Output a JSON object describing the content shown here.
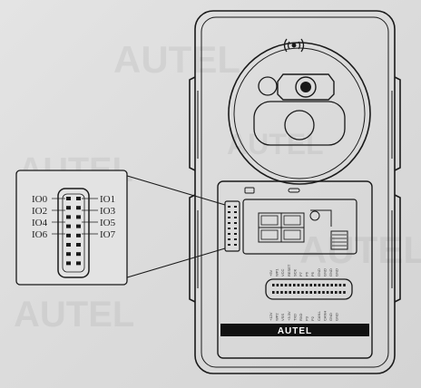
{
  "brand": "AUTEL",
  "watermark_text": "AUTEL",
  "io_labels": {
    "left": [
      "IO0",
      "IO2",
      "IO4",
      "IO6"
    ],
    "right": [
      "IO1",
      "IO3",
      "IO5",
      "IO7"
    ]
  },
  "pin_labels_top": [
    "+5V",
    "WP1",
    "VCC",
    "RESET",
    "SCK",
    "P7",
    "P6",
    "P5",
    "GND",
    "GND",
    "GND",
    "GND"
  ],
  "pin_labels_bottom": [
    "+12V",
    "WP2",
    "VSS",
    "+3.3V",
    "TXD",
    "RXD",
    "P3",
    "P2",
    "CANL",
    "CANH",
    "GND",
    "GND"
  ],
  "icons": {
    "nfc": "nfc-icon"
  }
}
